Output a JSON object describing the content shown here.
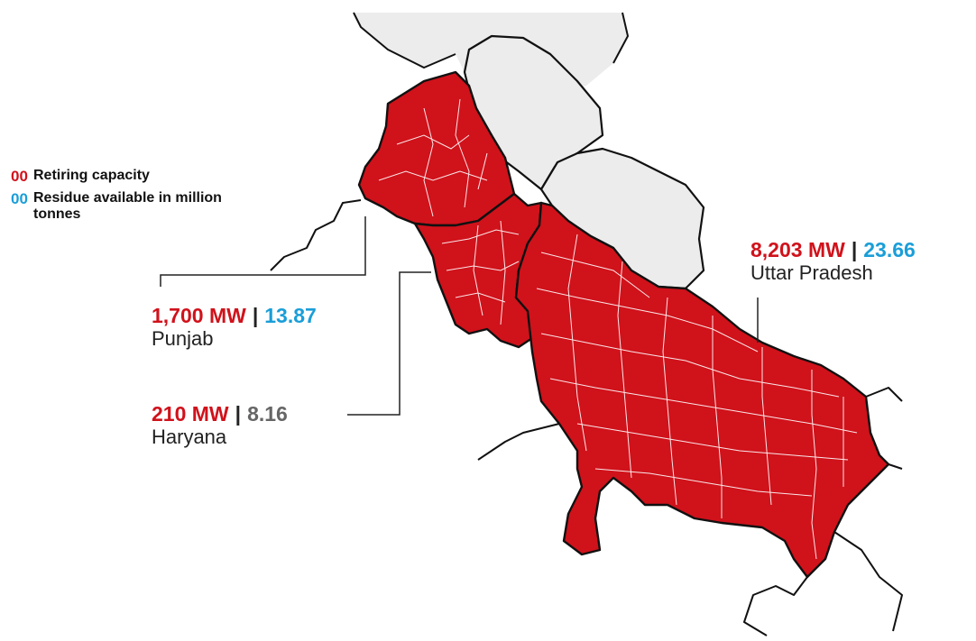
{
  "legend": {
    "retiring": {
      "key": "00",
      "label": "Retiring capacity",
      "color": "#d0121b"
    },
    "residue": {
      "key": "00",
      "label": "Residue available in million tonnes",
      "color": "#1a9ed8"
    }
  },
  "states": [
    {
      "id": "punjab",
      "name": "Punjab",
      "capacity": "1,700 MW",
      "separator": "|",
      "residue": "13.87",
      "residue_color": "blue"
    },
    {
      "id": "haryana",
      "name": "Haryana",
      "capacity": "210 MW",
      "separator": "|",
      "residue": "8.16",
      "residue_color": "grey"
    },
    {
      "id": "uttar-pradesh",
      "name": "Uttar Pradesh",
      "capacity": "8,203 MW",
      "separator": "|",
      "residue": "23.66",
      "residue_color": "blue"
    }
  ],
  "colors": {
    "state_fill": "#d0121b",
    "neighbor_fill": "#ececec",
    "border": "#111111",
    "district_lines": "#ffffff"
  }
}
